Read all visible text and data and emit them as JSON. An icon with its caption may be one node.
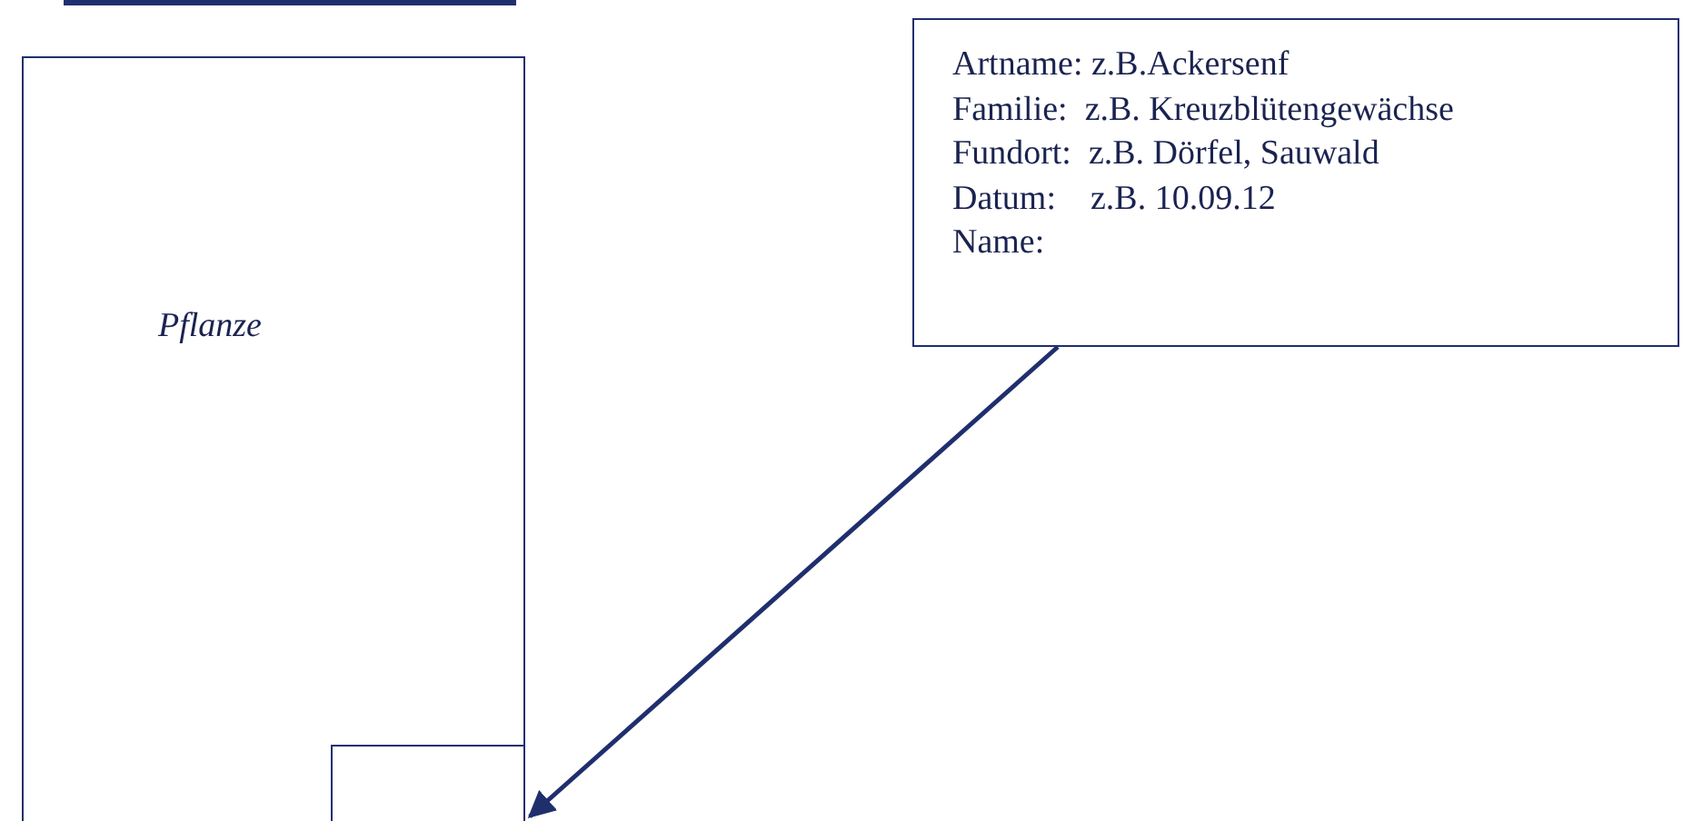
{
  "diagram": {
    "nodes": [
      {
        "text": [
          "Pflanze"
        ]
      },
      {
        "text": [],
        "shape": "box",
        "in": 0
      },
      {
        "text": [
          "Artname: z.B.Ackersenf",
          "Familie:  z.B. Kreuzblütengewächse",
          "Fundort:  z.B. Dörfel, Sauwald",
          "Datum:    z.B. 10.09.12",
          "Name:"
        ]
      }
    ],
    "edges": [
      {
        "from": 2,
        "to": 1,
        "arrow": "to"
      }
    ]
  }
}
